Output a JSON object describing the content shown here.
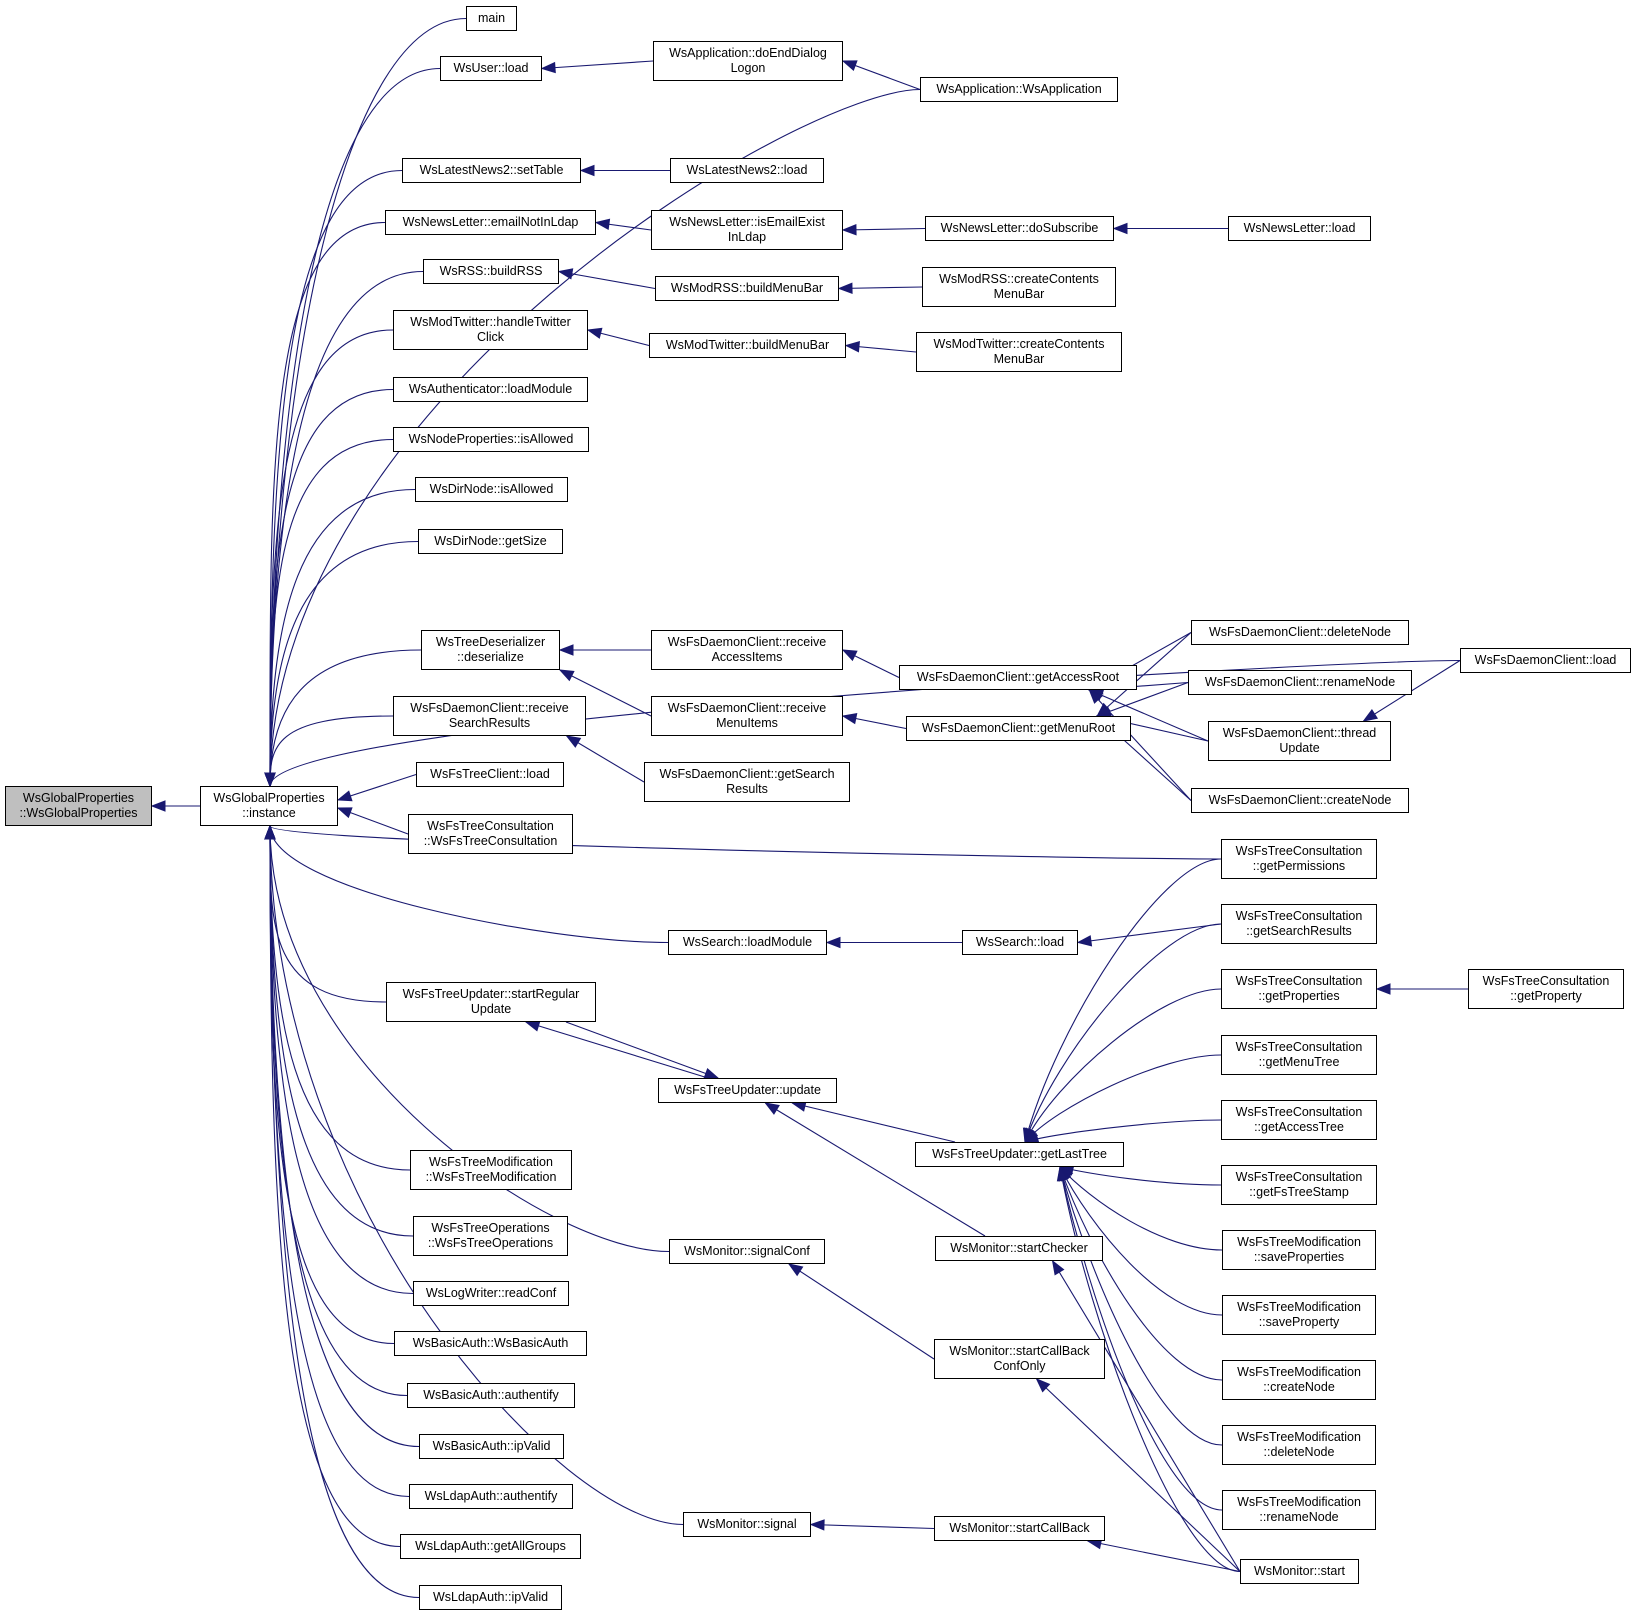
{
  "colors": {
    "edge": "#191970",
    "root_fill": "#bfbfbf",
    "node_fill": "#ffffff",
    "border": "#000000"
  },
  "nodes": {
    "root": "WsGlobalProperties\n::WsGlobalProperties",
    "instance": "WsGlobalProperties\n::instance",
    "main": "main",
    "user_load": "WsUser::load",
    "app_logon": "WsApplication::doEndDialog\nLogon",
    "app_ctor": "WsApplication::WsApplication",
    "news2_settable": "WsLatestNews2::setTable",
    "news2_load": "WsLatestNews2::load",
    "nl_email": "WsNewsLetter::emailNotInLdap",
    "nl_exist": "WsNewsLetter::isEmailExist\nInLdap",
    "nl_subscribe": "WsNewsLetter::doSubscribe",
    "nl_load": "WsNewsLetter::load",
    "rss_build": "WsRSS::buildRSS",
    "modrss_menu": "WsModRSS::buildMenuBar",
    "modrss_create": "WsModRSS::createContents\nMenuBar",
    "tw_click": "WsModTwitter::handleTwitter\nClick",
    "tw_menu": "WsModTwitter::buildMenuBar",
    "tw_create": "WsModTwitter::createContents\nMenuBar",
    "auth_load": "WsAuthenticator::loadModule",
    "np_allowed": "WsNodeProperties::isAllowed",
    "dn_allowed": "WsDirNode::isAllowed",
    "dn_size": "WsDirNode::getSize",
    "fsd_load": "WsFsDaemonClient::load",
    "deser": "WsTreeDeserializer\n::deserialize",
    "fsd_recv_access": "WsFsDaemonClient::receive\nAccessItems",
    "fsd_get_access": "WsFsDaemonClient::getAccessRoot",
    "fsd_delete": "WsFsDaemonClient::deleteNode",
    "fsd_rename": "WsFsDaemonClient::renameNode",
    "fsd_recv_search": "WsFsDaemonClient::receive\nSearchResults",
    "fsd_recv_menu": "WsFsDaemonClient::receive\nMenuItems",
    "fsd_get_menu": "WsFsDaemonClient::getMenuRoot",
    "fsd_thread": "WsFsDaemonClient::thread\nUpdate",
    "fsd_get_search": "WsFsDaemonClient::getSearch\nResults",
    "fsd_create": "WsFsDaemonClient::createNode",
    "ftc_load": "WsFsTreeClient::load",
    "ftcons_ctor": "WsFsTreeConsultation\n::WsFsTreeConsultation",
    "ftcons_perm": "WsFsTreeConsultation\n::getPermissions",
    "search_loadmod": "WsSearch::loadModule",
    "search_load": "WsSearch::load",
    "ftcons_search": "WsFsTreeConsultation\n::getSearchResults",
    "ftu_start": "WsFsTreeUpdater::startRegular\nUpdate",
    "ftcons_props": "WsFsTreeConsultation\n::getProperties",
    "ftcons_prop": "WsFsTreeConsultation\n::getProperty",
    "ftcons_menu": "WsFsTreeConsultation\n::getMenuTree",
    "ftu_update": "WsFsTreeUpdater::update",
    "ftcons_access": "WsFsTreeConsultation\n::getAccessTree",
    "ftu_lasttree": "WsFsTreeUpdater::getLastTree",
    "ftmod_ctor": "WsFsTreeModification\n::WsFsTreeModification",
    "ftcons_stamp": "WsFsTreeConsultation\n::getFsTreeStamp",
    "ftops_ctor": "WsFsTreeOperations\n::WsFsTreeOperations",
    "ftmod_saveprops": "WsFsTreeModification\n::saveProperties",
    "mon_signalconf": "WsMonitor::signalConf",
    "mon_checker": "WsMonitor::startChecker",
    "log_readconf": "WsLogWriter::readConf",
    "ftmod_saveprop": "WsFsTreeModification\n::saveProperty",
    "ba_ctor": "WsBasicAuth::WsBasicAuth",
    "mon_cbconf": "WsMonitor::startCallBack\nConfOnly",
    "ftmod_create": "WsFsTreeModification\n::createNode",
    "ba_auth": "WsBasicAuth::authentify",
    "ftmod_delete": "WsFsTreeModification\n::deleteNode",
    "ba_ip": "WsBasicAuth::ipValid",
    "ldap_auth": "WsLdapAuth::authentify",
    "ftmod_rename": "WsFsTreeModification\n::renameNode",
    "mon_signal": "WsMonitor::signal",
    "mon_cb": "WsMonitor::startCallBack",
    "ldap_groups": "WsLdapAuth::getAllGroups",
    "mon_start": "WsMonitor::start",
    "ldap_ip": "WsLdapAuth::ipValid"
  }
}
